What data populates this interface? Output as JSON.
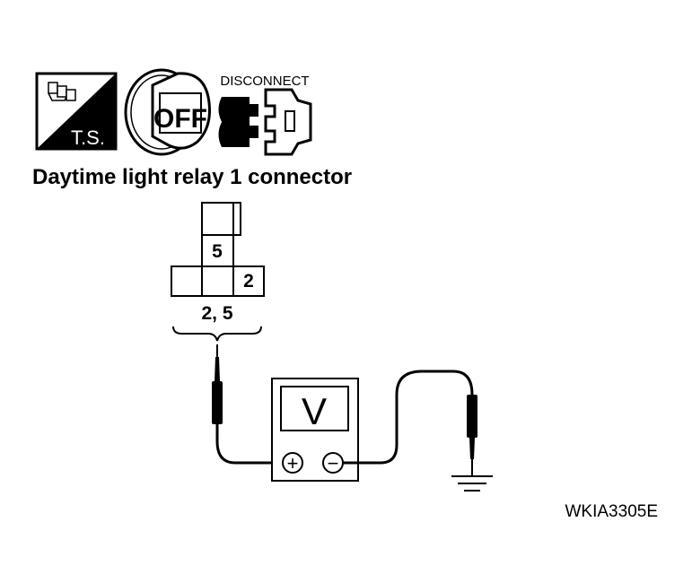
{
  "icons": {
    "test_symbol": {
      "name": "ts-icon",
      "label": "T.S."
    },
    "ignition": {
      "name": "ignition-off-icon",
      "label": "OFF"
    },
    "disconnect": {
      "name": "disconnect-icon",
      "label": "DISCONNECT"
    }
  },
  "title": "Daytime light relay 1 connector",
  "connector": {
    "terminal_top": "5",
    "terminal_right": "2",
    "measure_label": "2, 5"
  },
  "meter": {
    "symbol": "V",
    "positive": "+",
    "negative": "−"
  },
  "figure_id": "WKIA3305E"
}
